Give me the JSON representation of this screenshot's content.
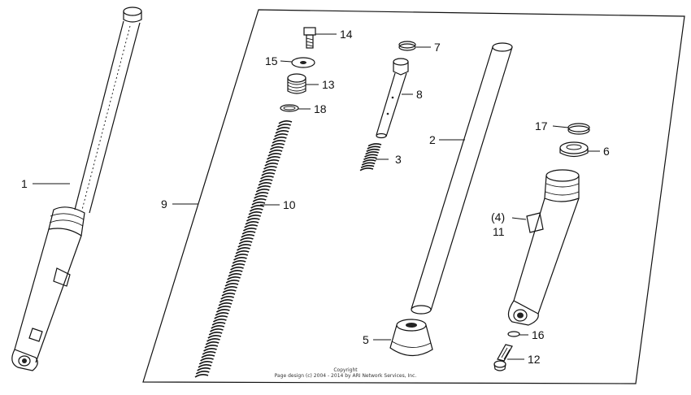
{
  "labels": {
    "p1": "1",
    "p2": "2",
    "p3": "3",
    "p4": "(4)",
    "p5": "5",
    "p6": "6",
    "p7": "7",
    "p8": "8",
    "p9": "9",
    "p10": "10",
    "p11": "11",
    "p12": "12",
    "p13": "13",
    "p14": "14",
    "p15": "15",
    "p16": "16",
    "p17": "17",
    "p18": "18"
  },
  "copyright": {
    "line1": "Copyright",
    "line2": "Page design (c) 2004 - 2014 by ARI Network Services, Inc."
  }
}
